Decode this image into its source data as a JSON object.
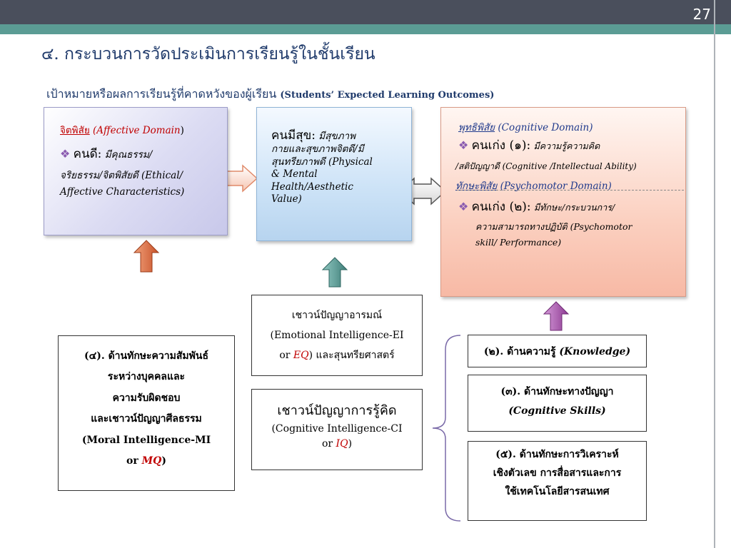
{
  "page_number": "27",
  "title": "๔. กระบวนการวัดประเมินการเรียนรู้ในชั้นเรียน",
  "subtitle": {
    "thai": "เป้าหมายหรือผลการเรียนรู้ที่คาดหวังของผู้เรียน",
    "english": "(Students’ Expected Learning Outcomes)"
  },
  "affective": {
    "heading_thai": "จิตพิสัย",
    "heading_en": "(Affective Domain",
    "heading_close": ")",
    "bullet": "❖",
    "person": "คนดี:",
    "desc_thai": "มีคุณธรรม/",
    "desc_line2": "จริยธรรม/จิตพิสัยดี (Ethical/",
    "desc_line3": "Affective Characteristics)"
  },
  "happy": {
    "person": "คนมีสุข:",
    "desc_thai1": "มีสุขภาพ",
    "desc_thai2": "กายและสุขภาพจิตดี/มี",
    "desc_thai3": "สุนทรียภาพดี",
    "desc_en1": "(Physical",
    "desc_en2": "& Mental",
    "desc_en3": "Health/Aesthetic",
    "desc_en4": "Value)"
  },
  "cognitive": {
    "heading_thai": "พุทธิพิสัย",
    "heading_en": "(Cognitive Domain)",
    "bullet": "❖",
    "person1": "คนเก่ง (๑):",
    "desc1_thai": "มีความรู้ความคิด",
    "desc1_line2": "/สติปัญญาดี (Cognitive /Intellectual Ability)",
    "heading2_thai": "ทักษะพิสัย",
    "heading2_en": "(Psychomotor Domain)",
    "person2": "คนเก่ง (๒):",
    "desc2_thai": "มีทักษะ/กระบวนการ/",
    "desc2_line2": "ความสามารถทางปฏิบัติ",
    "desc2_en": "(Psychomotor",
    "desc2_line3": "skill/ Performance)"
  },
  "ei_box": {
    "line1": "เชาวน์ปัญญาอารมณ์",
    "line2": "(Emotional Intelligence-EI",
    "line3_pre": "or ",
    "line3_abbr": "EQ",
    "line3_post": ") และสุนทรียศาสตร์"
  },
  "ci_box": {
    "line1": "เชาวน์ปัญญาการรู้คิด",
    "line2": "(Cognitive Intelligence-CI",
    "line3_pre": "or ",
    "line3_abbr": "IQ",
    "line3_post": ")"
  },
  "mi_box": {
    "line1": "(๔). ด้านทักษะความสัมพันธ์",
    "line2": "ระหว่างบุคคลและ",
    "line3": "ความรับผิดชอบ",
    "line4": "และเชาวน์ปัญญาศีลธรรม",
    "line5": "(Moral Intelligence-MI",
    "line6_pre": "or ",
    "line6_abbr": "MQ",
    "line6_post": ")"
  },
  "knowledge_box": {
    "thai": "(๒). ด้านความรู้",
    "en": "(Knowledge)"
  },
  "cogskill_box": {
    "line1": "(๓). ด้านทักษะทางปัญญา",
    "line2": "(Cognitive Skills)"
  },
  "numeric_box": {
    "line1": "(๕). ด้านทักษะการวิเคราะห์",
    "line2": "เชิงตัวเลข การสื่อสารและการ",
    "line3": "ใช้เทคโนโลยีสารสนเทศ"
  },
  "colors": {
    "title": "#1f3a6b",
    "red_text": "#c00000",
    "blue_text": "#1f3a8c",
    "arrow_orange": "#d9663a",
    "arrow_teal": "#4c8f8a",
    "arrow_purple": "#a04aa6"
  }
}
